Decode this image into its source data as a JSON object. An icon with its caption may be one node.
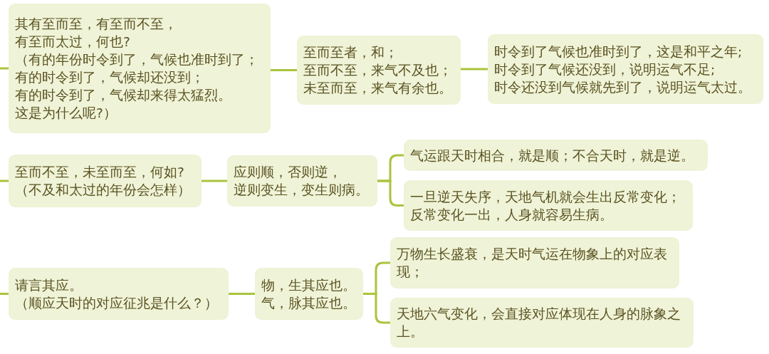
{
  "diagram": {
    "nodes": [
      {
        "text": [
          "其有至而至，有至而不至，",
          "有至而太过，何也?",
          "（有的年份时令到了，气候也准时到了；",
          "有的时令到了，气候却还没到；",
          "有的时令到了，气候却来得太猛烈。",
          "这是为什么呢?）"
        ]
      },
      {
        "text": [
          "至而至者，和；",
          "至而不至，来气不及也；",
          "未至而至，来气有余也。"
        ]
      },
      {
        "text": [
          "时令到了气候也准时到了，这是和平之年;",
          "时令到了气候还没到，说明运气不足;",
          "时令还没到气候就先到了，说明运气太过。"
        ]
      },
      {
        "text": [
          "至而不至，未至而至，何如?",
          "（不及和太过的年份会怎样）"
        ]
      },
      {
        "text": [
          "应则顺，否则逆，",
          "逆则变生，变生则病。"
        ]
      },
      {
        "text": [
          "气运跟天时相合，就是顺；不合天时，就是逆。"
        ]
      },
      {
        "text": [
          "一旦逆天失序，天地气机就会生出反常变化；",
          "反常变化一出，人身就容易生病。"
        ]
      },
      {
        "text": [
          "请言其应。",
          "（顺应天时的对应征兆是什么？）"
        ]
      },
      {
        "text": [
          "物，生其应也。",
          "气，脉其应也。"
        ]
      },
      {
        "text": [
          "万物生长盛衰，是天时气运在物象上的对应表现；"
        ]
      },
      {
        "text": [
          "天地六气变化，会直接对应体现在人身的脉象之上。"
        ]
      }
    ],
    "edges": [
      {
        "from": null,
        "to": 0,
        "arrow": "none"
      },
      {
        "from": 0,
        "to": 1,
        "arrow": "none"
      },
      {
        "from": 1,
        "to": 2,
        "arrow": "none"
      },
      {
        "from": null,
        "to": 3,
        "arrow": "none"
      },
      {
        "from": 3,
        "to": 4,
        "arrow": "none"
      },
      {
        "from": 4,
        "to": 5,
        "arrow": "none"
      },
      {
        "from": 4,
        "to": 6,
        "arrow": "none"
      },
      {
        "from": null,
        "to": 7,
        "arrow": "none"
      },
      {
        "from": 7,
        "to": 8,
        "arrow": "none"
      },
      {
        "from": 8,
        "to": 9,
        "arrow": "none"
      },
      {
        "from": 8,
        "to": 10,
        "arrow": "none"
      }
    ]
  }
}
